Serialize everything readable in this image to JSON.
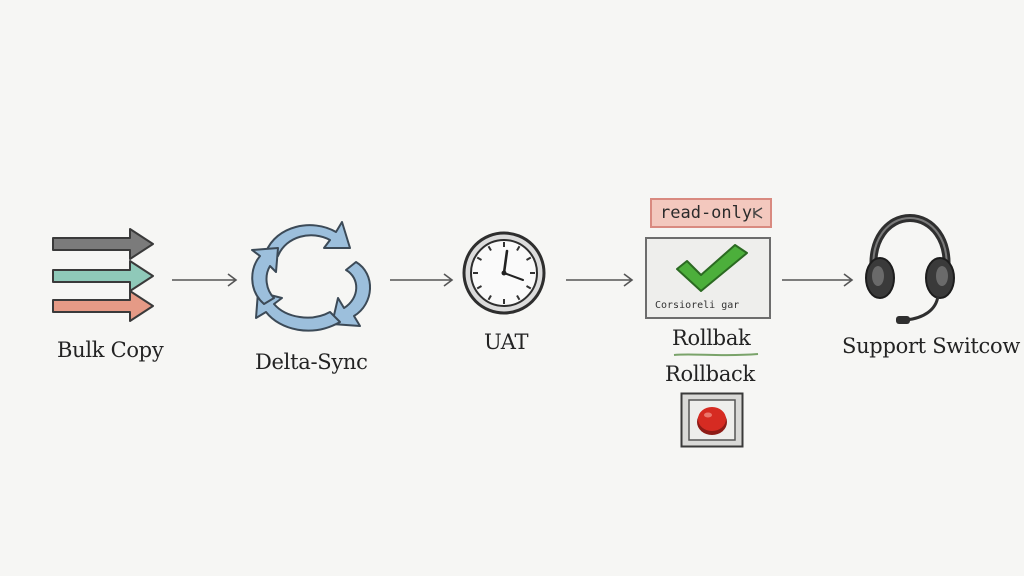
{
  "steps": {
    "bulk_copy": {
      "label": "Bulk Copy",
      "icon": "triple-arrow-icon"
    },
    "delta_sync": {
      "label": "Delta-Sync",
      "icon": "sync-cycle-icon"
    },
    "uat": {
      "label": "UAT",
      "icon": "clock-icon"
    },
    "cutover": {
      "tag": "read-only",
      "panel_caption": "Corsioreli gar",
      "label": "Rollbak",
      "icon": "checkmark-icon"
    },
    "rollback": {
      "label": "Rollback",
      "icon": "red-stop-button-icon"
    },
    "support": {
      "label": "Support Switcow",
      "icon": "headset-icon"
    }
  },
  "colors": {
    "arrow_gray": "#7b7b7b",
    "arrow_teal": "#8fc9b9",
    "arrow_salmon": "#e59a86",
    "sync_blue": "#9cbfdc",
    "check_green": "#4caf3b",
    "tag_fill": "#f3c8be",
    "stop_red": "#d62b22"
  }
}
